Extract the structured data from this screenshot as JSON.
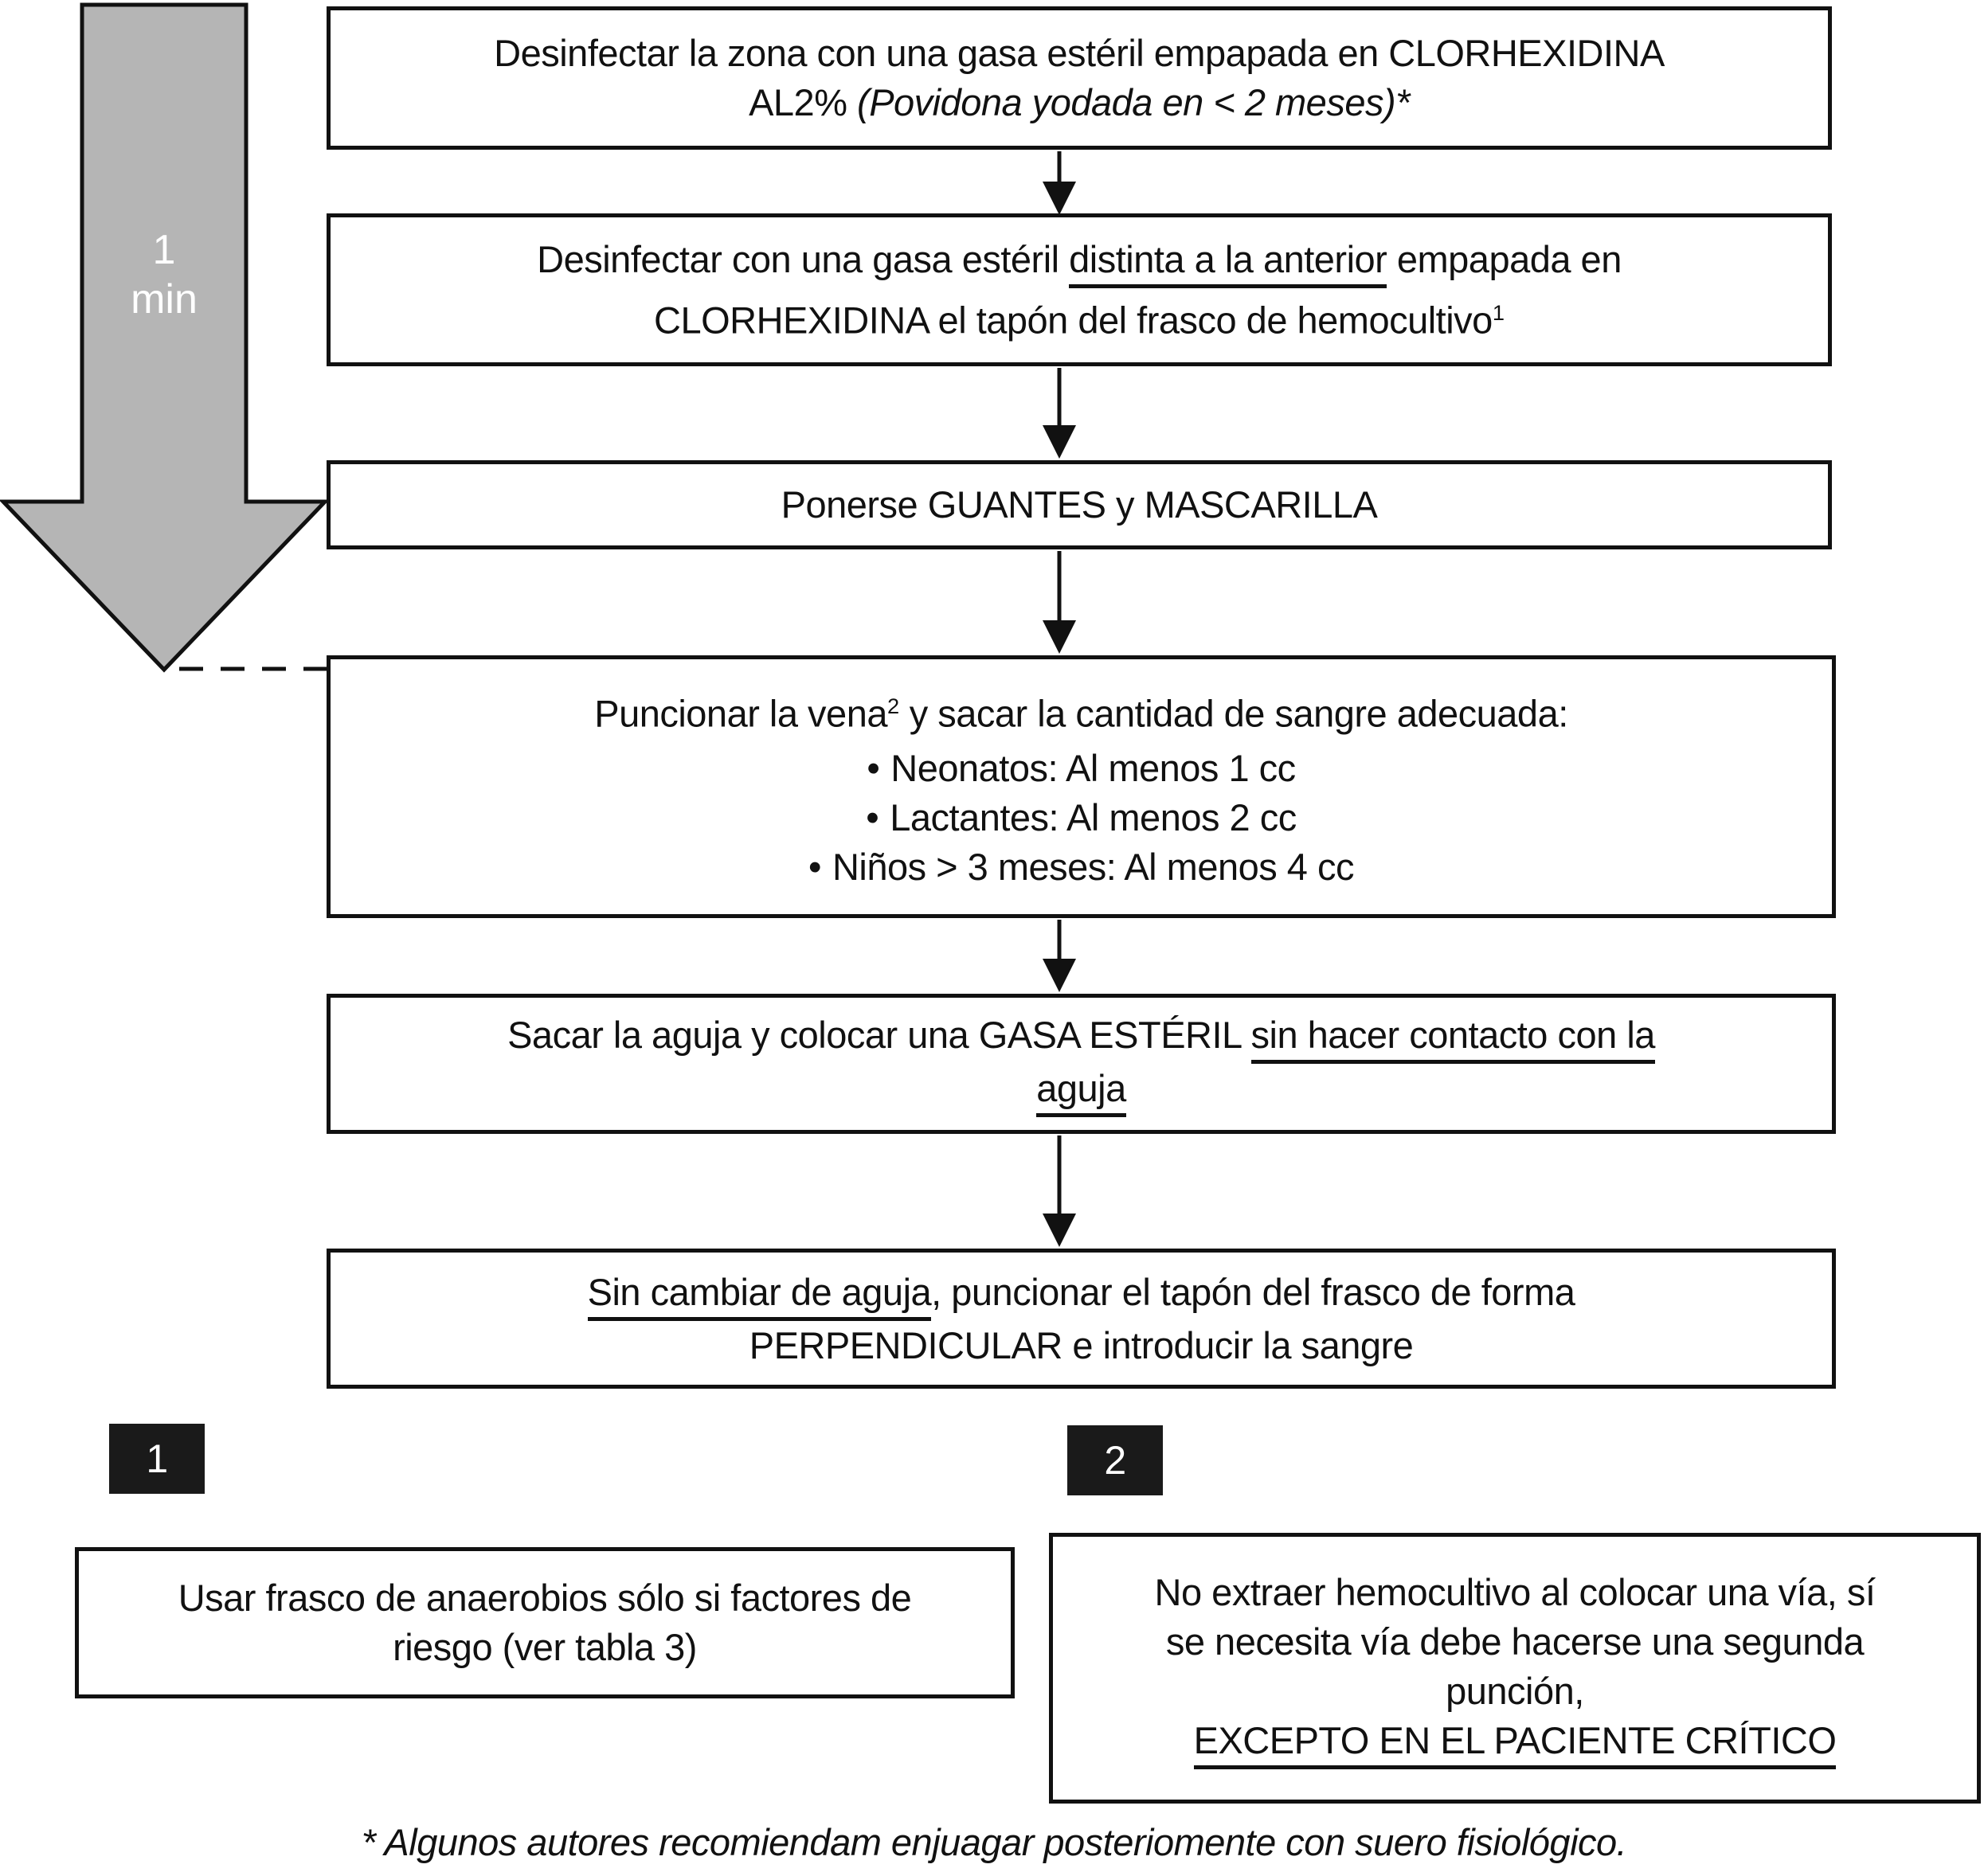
{
  "colors": {
    "background": "#ffffff",
    "text": "#111111",
    "box_border": "#111111",
    "timer_arrow_fill": "#b5b5b5",
    "connector": "#111111",
    "badge_bg": "#1a1a1a",
    "badge_text": "#ffffff"
  },
  "glyphs": {
    "bullet": "•"
  },
  "timer_arrow": {
    "line1": "1",
    "line2": "min"
  },
  "steps": {
    "s1": {
      "l1": "Desinfectar la zona con una gasa estéril empapada en CLORHEXIDINA",
      "l2_pre": "AL2% ",
      "l2_italic": "(Povidona yodada en < 2 meses)*"
    },
    "s2": {
      "l1_pre": "Desinfectar con una gasa estéril ",
      "l1_u": "distinta a la anterior",
      "l1_post": " empapada en",
      "l2_pre": "CLORHEXIDINA el tapón del frasco de hemocultivo",
      "l2_sup": "1"
    },
    "s3": {
      "l1": "Ponerse GUANTES y MASCARILLA"
    },
    "s4": {
      "l1_pre": "Puncionar la vena",
      "l1_sup": "2",
      "l1_post": " y sacar la cantidad de sangre adecuada:",
      "bullets": [
        "Neonatos: Al menos 1 cc",
        "Lactantes: Al menos 2 cc",
        "Niños > 3 meses: Al menos 4 cc"
      ]
    },
    "s5": {
      "l1_pre": "Sacar la aguja y colocar una GASA ESTÉRIL ",
      "l1_u": "sin hacer contacto con la",
      "l2_u": "aguja"
    },
    "s6": {
      "l1_u": "Sin cambiar de aguja",
      "l1_post": ", puncionar el tapón del frasco de forma",
      "l2": "PERPENDICULAR e introducir la sangre"
    }
  },
  "footnotes": {
    "f1": {
      "badge": "1",
      "l1": "Usar frasco de anaerobios sólo si factores de",
      "l2": "riesgo (ver tabla 3)"
    },
    "f2": {
      "badge": "2",
      "l1": "No extraer hemocultivo al colocar una vía, sí",
      "l2": "se necesita vía debe hacerse una segunda",
      "l3": "punción,",
      "l4_u": "EXCEPTO EN EL PACIENTE CRÍTICO"
    }
  },
  "bottom_note": "* Algunos autores recomiendam enjuagar posteriomente con suero fisiológico."
}
